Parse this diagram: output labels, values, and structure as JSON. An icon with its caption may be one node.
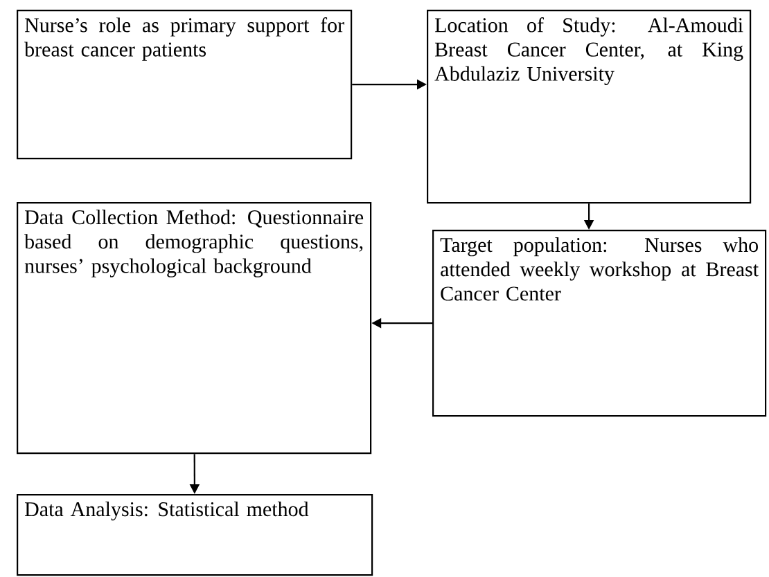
{
  "diagram": {
    "nodes": [
      {
        "text": [
          "Nurse’s role as primary support for breast cancer patients"
        ]
      },
      {
        "text": [
          "Location of Study: Al-Amoudi Breast Cancer Center, at King Abdulaziz University"
        ]
      },
      {
        "text": [
          "Target population: Nurses who attended weekly workshop at Breast Cancer Center"
        ]
      },
      {
        "text": [
          "Data Collection Method: Questionnaire based on demographic questions, nurses’ psychological background"
        ]
      },
      {
        "text": [
          "Data Analysis: Statistical method"
        ]
      }
    ],
    "edges": [
      {
        "from": 0,
        "to": 1,
        "arrow": "to"
      },
      {
        "from": 1,
        "to": 2,
        "arrow": "to"
      },
      {
        "from": 2,
        "to": 3,
        "arrow": "to"
      },
      {
        "from": 3,
        "to": 4,
        "arrow": "to"
      }
    ]
  }
}
